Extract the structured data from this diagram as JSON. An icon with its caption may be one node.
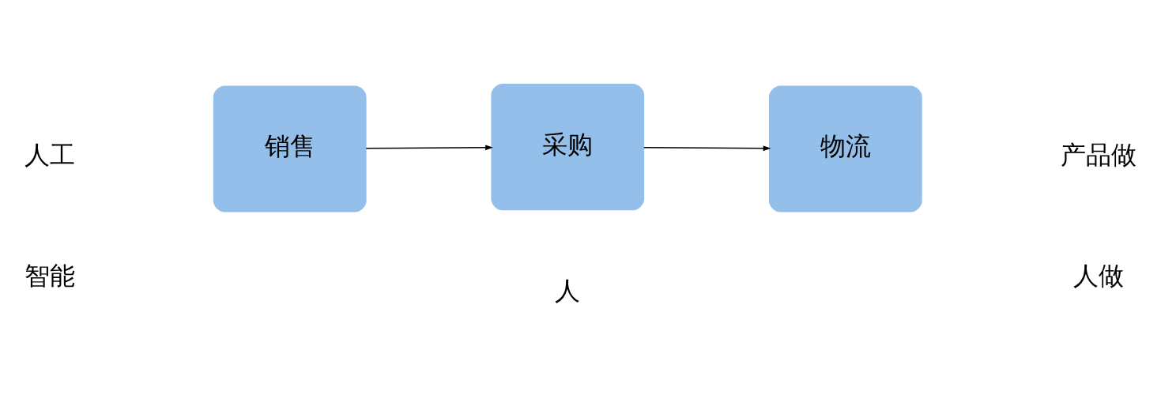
{
  "diagram": {
    "nodes": [
      {
        "text": [
          "销售"
        ]
      },
      {
        "text": [
          "采购"
        ]
      },
      {
        "text": [
          "物流"
        ]
      }
    ],
    "edges": [
      {
        "from": 0,
        "to": 1,
        "arrow": "to"
      },
      {
        "from": 1,
        "to": 2,
        "arrow": "to"
      }
    ],
    "labels": [
      "人工",
      "产品做",
      "智能",
      "人",
      "人做"
    ]
  }
}
